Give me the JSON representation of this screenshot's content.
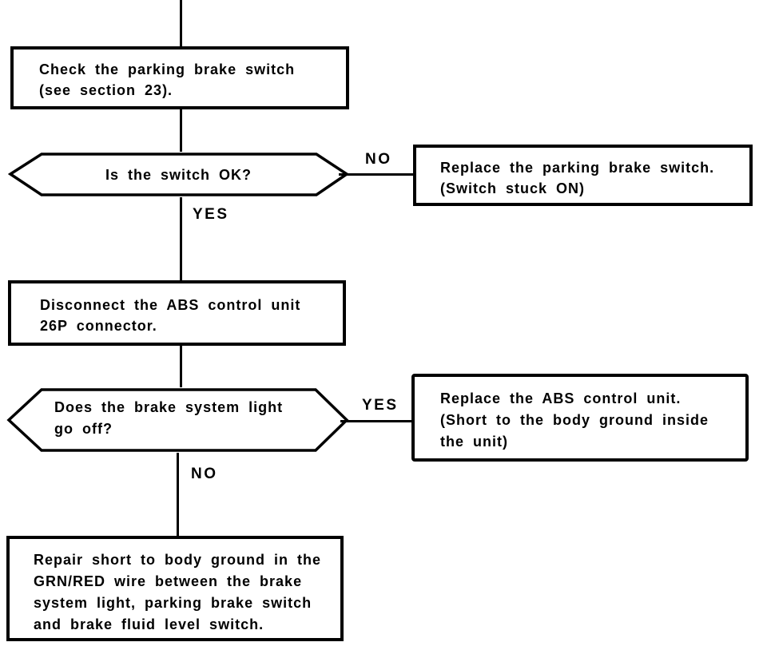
{
  "diagram": {
    "type": "flowchart",
    "ink_color": "#000000",
    "paper_color": "#ffffff",
    "nodes": {
      "check_parking_brake_switch": {
        "shape": "rect",
        "lines": [
          "Check the parking brake switch",
          "(see section 23)."
        ]
      },
      "is_switch_ok": {
        "shape": "hexagon",
        "lines": [
          "Is the switch OK?"
        ]
      },
      "replace_parking_brake_switch": {
        "shape": "rect",
        "lines": [
          "Replace the parking brake switch.",
          "(Switch stuck ON)"
        ]
      },
      "disconnect_abs_control_unit": {
        "shape": "rect",
        "lines": [
          "Disconnect the ABS control unit",
          "26P connector."
        ]
      },
      "does_brake_system_light_go_off": {
        "shape": "hexagon",
        "lines": [
          "Does the brake system light",
          "go off?"
        ]
      },
      "replace_abs_control_unit": {
        "shape": "rect",
        "lines": [
          "Replace the ABS control unit.",
          "(Short to the body ground inside",
          "the unit)"
        ]
      },
      "repair_short_to_body_ground": {
        "shape": "rect",
        "lines": [
          "Repair short to body ground in the",
          "GRN/RED wire between the brake",
          "system light, parking brake switch",
          "and brake fluid level switch."
        ]
      }
    },
    "edge_labels": {
      "switch_ok_no": "NO",
      "switch_ok_yes": "YES",
      "light_off_yes": "YES",
      "light_off_no": "NO"
    }
  }
}
